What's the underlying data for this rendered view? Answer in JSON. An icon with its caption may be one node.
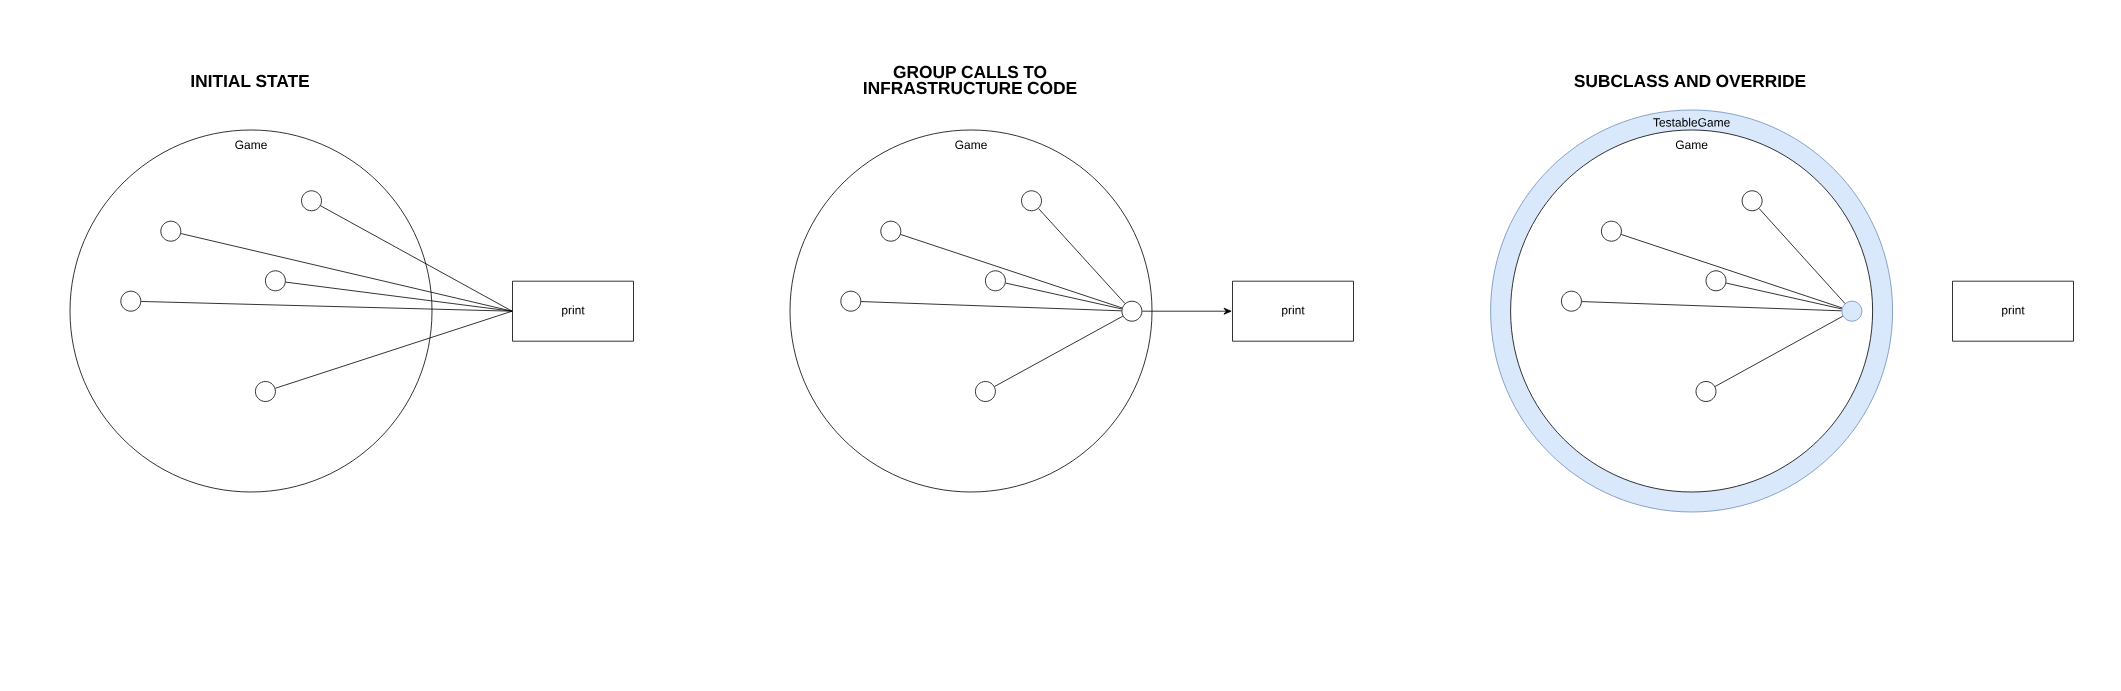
{
  "diagram": {
    "nodes": [
      {
        "text": [
          "Game"
        ]
      },
      {
        "text": [],
        "shape": "circle",
        "in": 0
      },
      {
        "text": [],
        "shape": "circle",
        "in": 0
      },
      {
        "text": [],
        "shape": "circle",
        "in": 0
      },
      {
        "text": [],
        "shape": "circle",
        "in": 0
      },
      {
        "text": [],
        "shape": "circle",
        "in": 0
      },
      {
        "text": [
          "print"
        ]
      },
      {
        "text": [
          "Game"
        ]
      },
      {
        "text": [],
        "shape": "circle",
        "in": 7
      },
      {
        "text": [],
        "shape": "circle",
        "in": 7
      },
      {
        "text": [],
        "shape": "circle",
        "in": 7
      },
      {
        "text": [],
        "shape": "circle",
        "in": 7
      },
      {
        "text": [],
        "shape": "circle",
        "in": 7
      },
      {
        "text": [],
        "shape": "circle",
        "in": 7
      },
      {
        "text": [
          "print"
        ]
      },
      {
        "text": [
          "TestableGame"
        ]
      },
      {
        "text": [
          "Game"
        ],
        "in": 15
      },
      {
        "text": [],
        "shape": "circle",
        "in": 16
      },
      {
        "text": [],
        "shape": "circle",
        "in": 16
      },
      {
        "text": [],
        "shape": "circle",
        "in": 16
      },
      {
        "text": [],
        "shape": "circle",
        "in": 16
      },
      {
        "text": [],
        "shape": "circle",
        "in": 16
      },
      {
        "text": [],
        "shape": "circle",
        "in": 16
      },
      {
        "text": [
          "print"
        ]
      }
    ],
    "edges": [
      {
        "from": 1,
        "to": 6,
        "arrow": "none"
      },
      {
        "from": 2,
        "to": 6,
        "arrow": "none"
      },
      {
        "from": 3,
        "to": 6,
        "arrow": "none"
      },
      {
        "from": 4,
        "to": 6,
        "arrow": "none"
      },
      {
        "from": 5,
        "to": 6,
        "arrow": "none"
      },
      {
        "from": 8,
        "to": 13,
        "arrow": "none"
      },
      {
        "from": 9,
        "to": 13,
        "arrow": "none"
      },
      {
        "from": 10,
        "to": 13,
        "arrow": "none"
      },
      {
        "from": 11,
        "to": 13,
        "arrow": "none"
      },
      {
        "from": 12,
        "to": 13,
        "arrow": "none"
      },
      {
        "from": 13,
        "to": 14,
        "arrow": "to"
      },
      {
        "from": 17,
        "to": 22,
        "arrow": "none"
      },
      {
        "from": 18,
        "to": 22,
        "arrow": "none"
      },
      {
        "from": 19,
        "to": 22,
        "arrow": "none"
      },
      {
        "from": 20,
        "to": 22,
        "arrow": "none"
      },
      {
        "from": 21,
        "to": 22,
        "arrow": "none"
      }
    ],
    "labels": [
      "INITIAL STATE",
      "GROUP CALLS TO INFRASTRUCTURE CODE",
      "SUBCLASS AND OVERRIDE"
    ]
  }
}
